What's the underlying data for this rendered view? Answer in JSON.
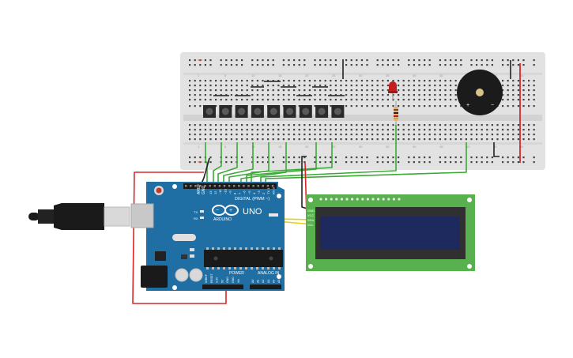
{
  "arduino": {
    "aref": "AREF",
    "gnd": "GND",
    "digital_label": "DIGITAL (PWM ~)",
    "uno_label": "UNO",
    "brand": "ARDUINO",
    "tx": "TX",
    "rx": "RX",
    "power_label": "POWER",
    "analog_label": "ANALOG IN",
    "digital_pins": [
      "13",
      "12",
      "~11",
      "~10",
      "~9",
      "8",
      "7",
      "~6",
      "~5",
      "4",
      "~3",
      "2",
      "TX 1",
      "RX 0"
    ],
    "power_pins": [
      "IOREF",
      "RESET",
      "3.3V",
      "5V",
      "GND",
      "GND",
      "Vin"
    ],
    "analog_pins": [
      "A0",
      "A1",
      "A2",
      "A3",
      "A4",
      "A5"
    ]
  },
  "lcd": {
    "pin_labels": [
      "GND",
      "VCC",
      "SDA",
      "SCL"
    ]
  },
  "buzzer": {
    "plus": "+",
    "minus": "−"
  },
  "breadboard": {
    "col_labels": [
      "1",
      "5",
      "10",
      "15",
      "20",
      "25",
      "30",
      "35",
      "40",
      "45",
      "50",
      "55",
      "60"
    ]
  },
  "colors": {
    "wire_green": "#3aaa35",
    "wire_yellow": "#e8d21a",
    "wire_red": "#d62828",
    "wire_black": "#222222",
    "arduino_blue": "#1f6fa5",
    "lcd_green": "#58b04e",
    "lcd_screen": "#1e2a5e",
    "breadboard": "#e2e2e2"
  }
}
